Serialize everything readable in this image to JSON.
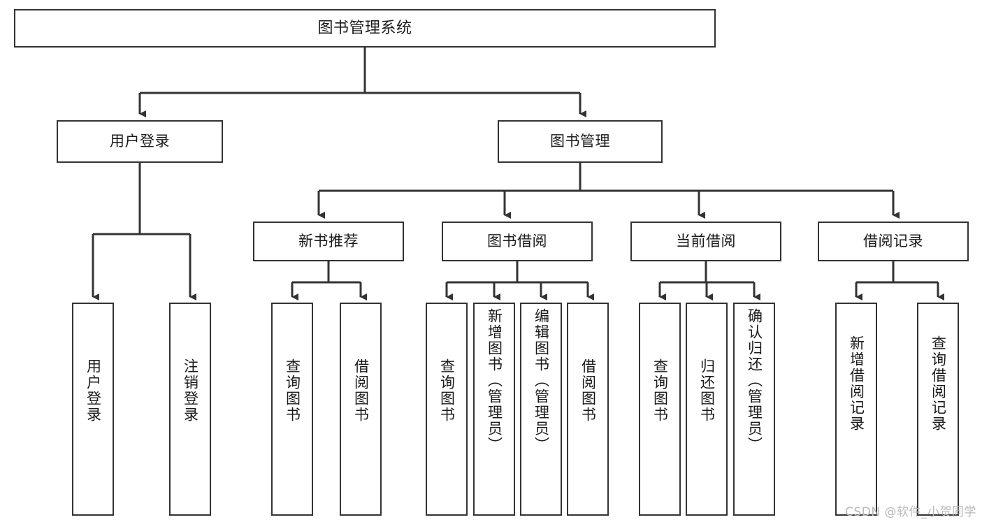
{
  "diagram": {
    "title": "图书管理系统",
    "type": "tree-hierarchy",
    "watermark": "CSDN @软件_小贺同学",
    "colors": {
      "border": "#333333",
      "background": "#ffffff",
      "text": "#1a1a1a",
      "watermark": "#b9b9b9"
    },
    "nodes": {
      "root": {
        "label": "图书管理系统"
      },
      "level1": [
        {
          "id": "user-login",
          "label": "用户登录"
        },
        {
          "id": "book-manage",
          "label": "图书管理"
        }
      ],
      "level2": [
        {
          "id": "new-book-recommend",
          "label": "新书推荐"
        },
        {
          "id": "book-borrow",
          "label": "图书借阅"
        },
        {
          "id": "current-borrow",
          "label": "当前借阅"
        },
        {
          "id": "borrow-record",
          "label": "借阅记录"
        }
      ],
      "leaves": {
        "user_login": [
          {
            "id": "leaf-user-login",
            "label": "用户登录"
          },
          {
            "id": "leaf-logout-login",
            "label": "注销登录"
          }
        ],
        "new_book_recommend": [
          {
            "id": "leaf-query-book-1",
            "label": "查询图书"
          },
          {
            "id": "leaf-borrow-book-1",
            "label": "借阅图书"
          }
        ],
        "book_borrow": [
          {
            "id": "leaf-query-book-2",
            "label": "查询图书"
          },
          {
            "id": "leaf-add-book",
            "label": "新增图书（管理员）"
          },
          {
            "id": "leaf-edit-book",
            "label": "编辑图书（管理员）"
          },
          {
            "id": "leaf-borrow-book-2",
            "label": "借阅图书"
          }
        ],
        "current_borrow": [
          {
            "id": "leaf-query-book-3",
            "label": "查询图书"
          },
          {
            "id": "leaf-return-book",
            "label": "归还图书"
          },
          {
            "id": "leaf-confirm-return",
            "label": "确认归还（管理员）"
          }
        ],
        "borrow_record": [
          {
            "id": "leaf-add-record",
            "label": "新增借阅记录"
          },
          {
            "id": "leaf-query-record",
            "label": "查询借阅记录"
          }
        ]
      }
    }
  }
}
